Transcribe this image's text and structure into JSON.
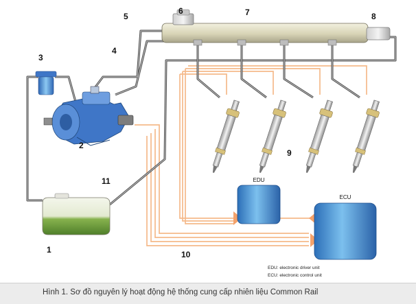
{
  "labels": {
    "n1": "1",
    "n2": "2",
    "n3": "3",
    "n4": "4",
    "n5": "5",
    "n6": "6",
    "n7": "7",
    "n8": "8",
    "n9": "9",
    "n10": "10",
    "n11": "11"
  },
  "boxes": {
    "edu": "EDU",
    "ecu": "ECU"
  },
  "legend": {
    "edu": "EDU: electronic driver unit",
    "ecu": "ECU: electronic control unit"
  },
  "caption": "Hình 1. Sơ đồ nguyên lý hoạt động hệ thống cung cấp nhiên liệu Common Rail",
  "colors": {
    "fuel_line": "#4a4a4a",
    "signal_line": "#f5b98a",
    "rail": "#d9d5b8",
    "pump": "#3f76c7",
    "unit_box": "#4f95d6",
    "tank_fuel": "#6a9a3a"
  }
}
